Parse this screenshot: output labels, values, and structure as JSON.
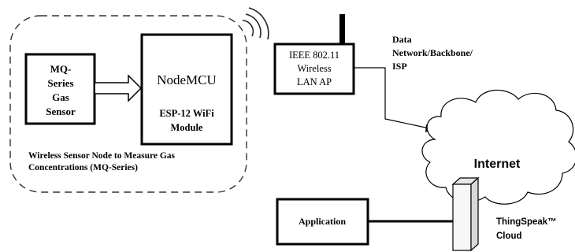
{
  "sensor_node": {
    "caption_line1": "Wireless Sensor Node to Measure Gas",
    "caption_line2": "Concentrations (MQ-Series)"
  },
  "mq_sensor": {
    "line1": "MQ-",
    "line2": "Series",
    "line3": "Gas",
    "line4": "Sensor"
  },
  "nodemcu": {
    "title": "NodeMCU",
    "sub_line1": "ESP-12 WiFi",
    "sub_line2": "Module"
  },
  "access_point": {
    "line1": "IEEE 802.11",
    "line2": "Wireless",
    "line3": "LAN AP"
  },
  "network_label": {
    "line1": "Data",
    "line2": "Network/Backbone/",
    "line3": "ISP"
  },
  "internet": {
    "label": "Internet"
  },
  "application": {
    "label": "Application"
  },
  "cloud_label": {
    "line1": "ThingSpeak™",
    "line2": "Cloud"
  }
}
